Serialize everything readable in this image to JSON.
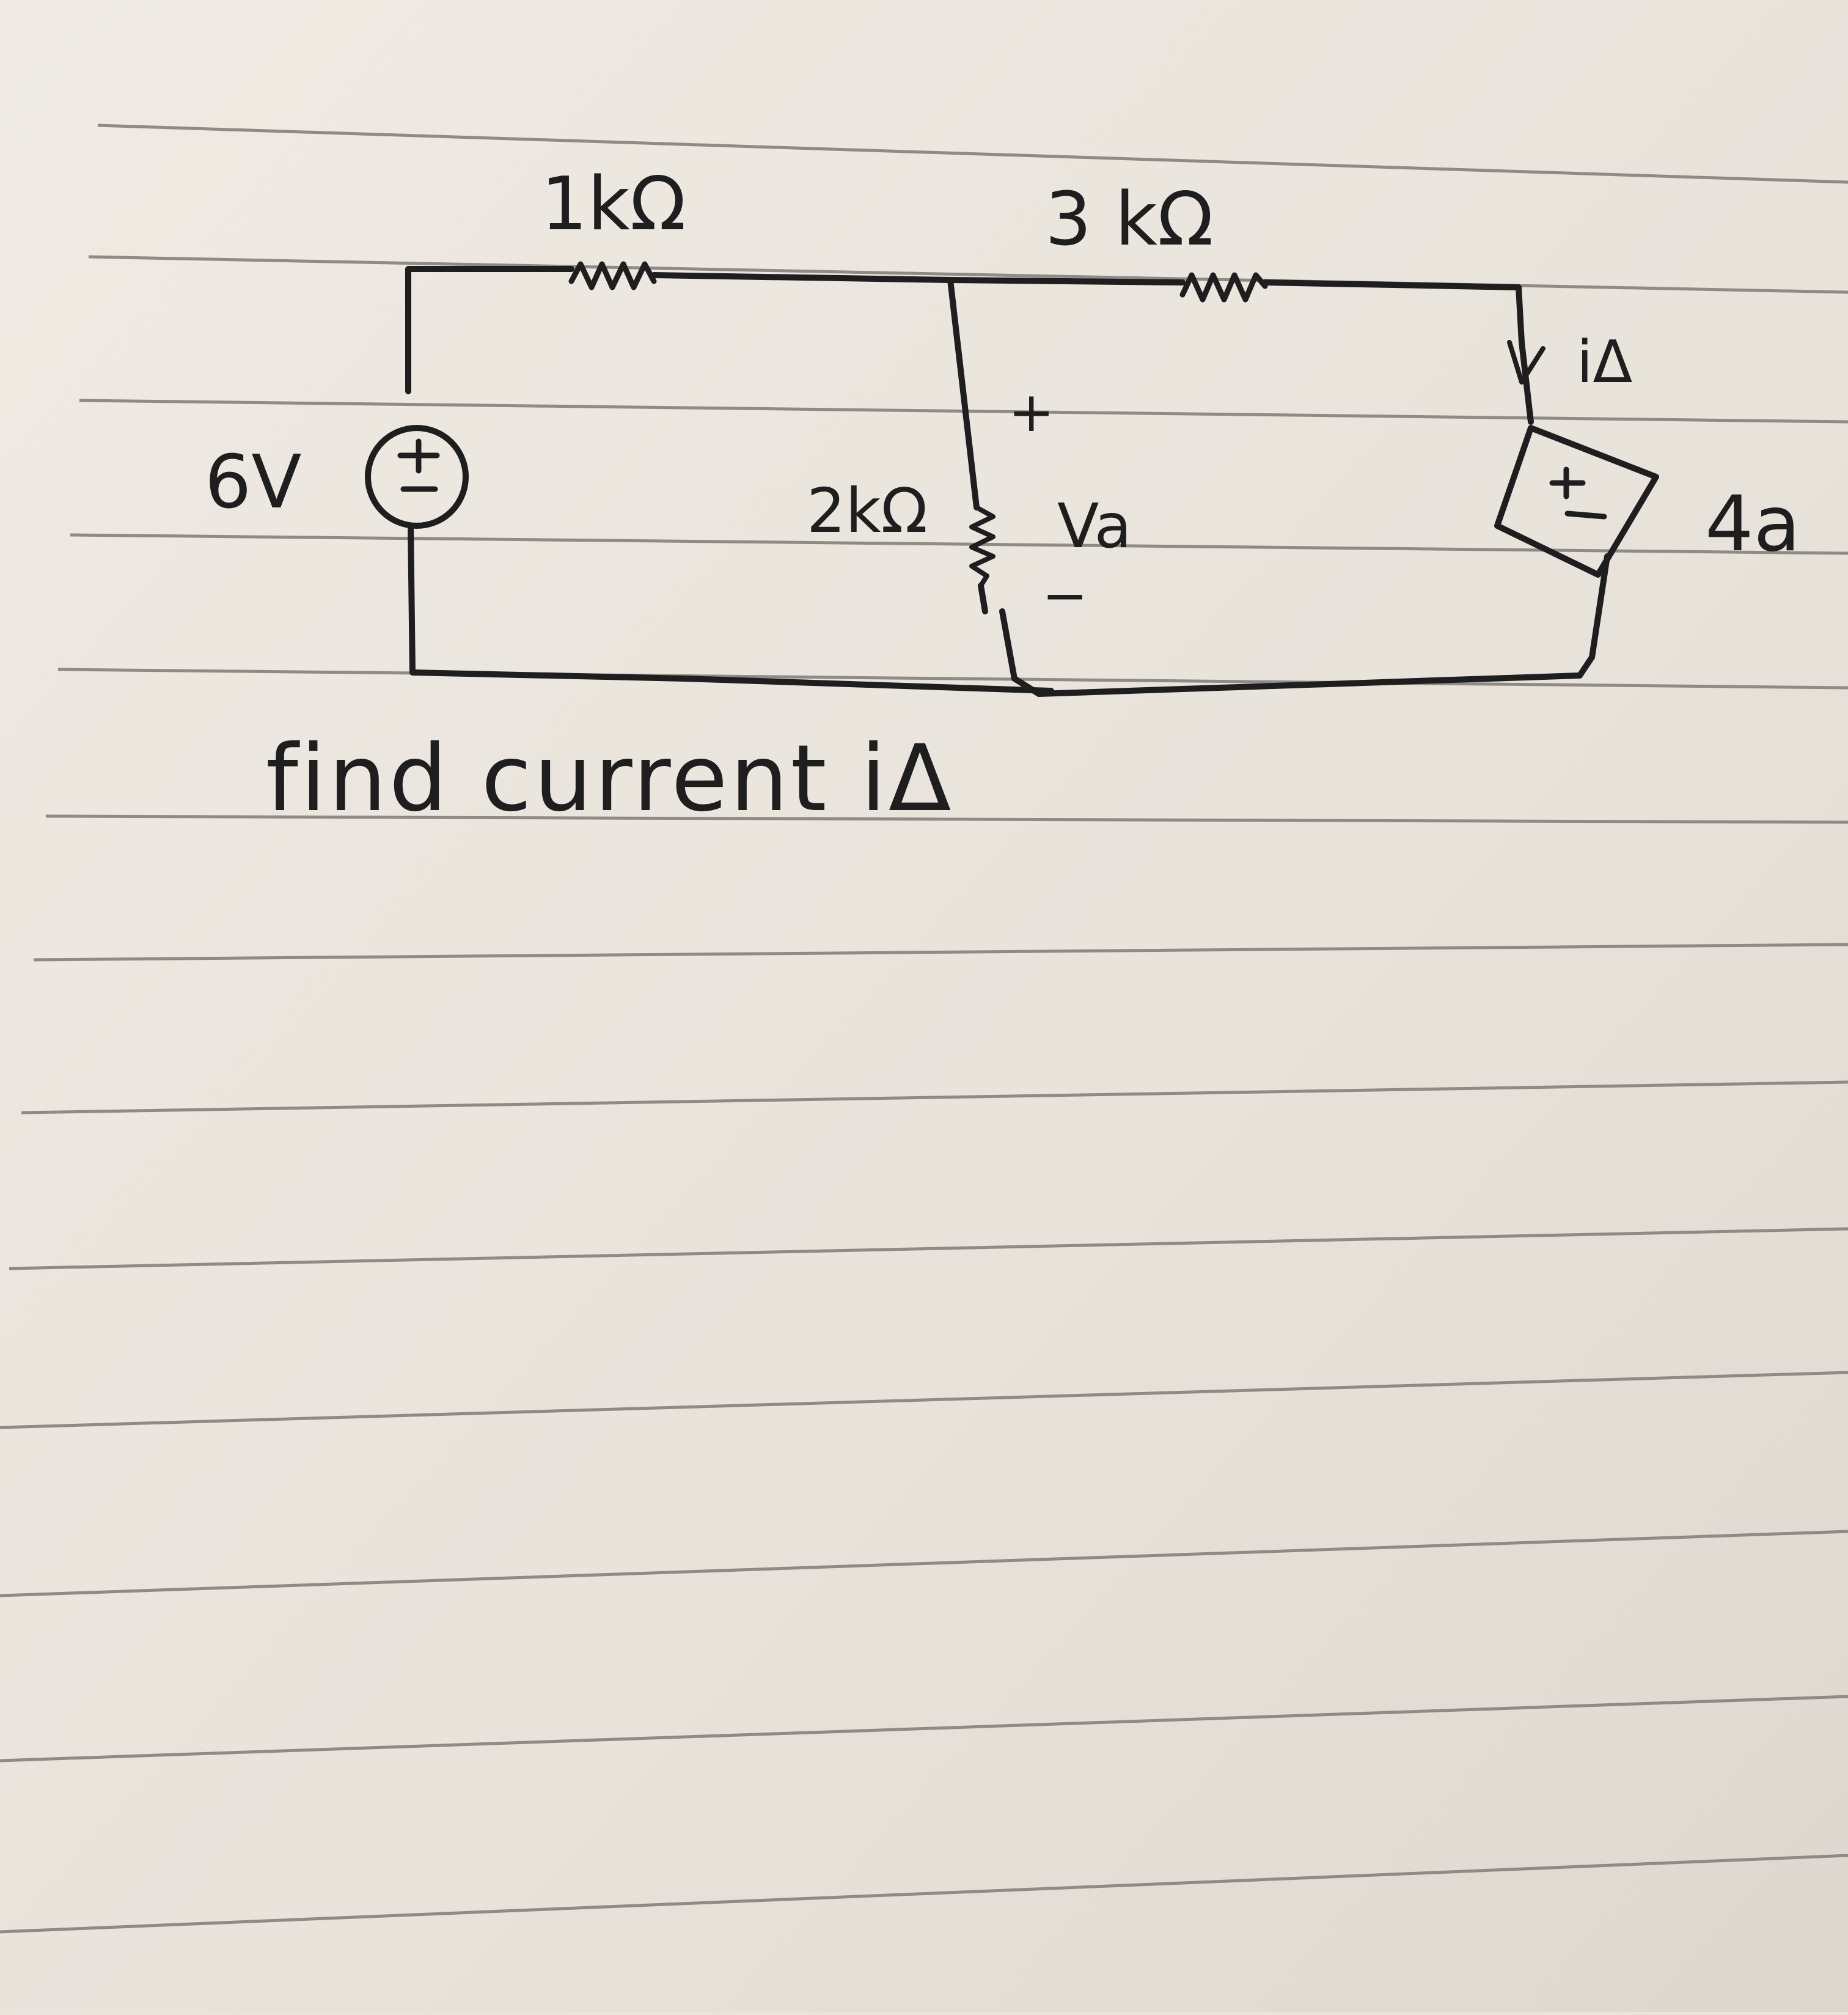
{
  "labels": {
    "r1": "1kΩ",
    "r2": "3 kΩ",
    "r3": "2kΩ",
    "source": "6V",
    "va": "Va",
    "plus_mark": "+",
    "minus_mark": "−",
    "i_delta_branch": "iΔ",
    "dependent_source": "4a"
  },
  "question": "find current iΔ",
  "colors": {
    "paper": "#e9e4dc",
    "ink": "#1e1e1e",
    "rule": "#8f8a84"
  }
}
